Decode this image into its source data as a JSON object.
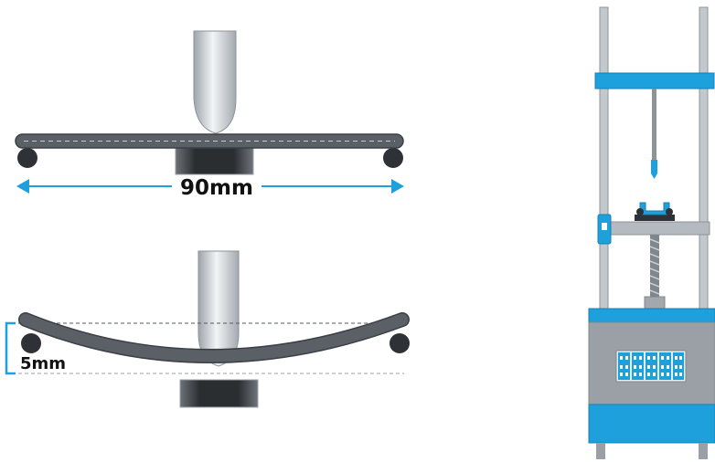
{
  "labels": {
    "span": "90mm",
    "deflection": "5mm"
  },
  "colors": {
    "accent": "#1ea0dc",
    "bar": "#5a6066",
    "bar_edge": "#3b4046",
    "roller": "#2e3236",
    "support": "#3a3a3a",
    "plunger_light": "#e9ecef",
    "plunger_dark": "#a8aeb4",
    "frame_gray": "#b9bec3",
    "cabinet_gray": "#9aa0a6"
  },
  "icons": {
    "plunger": "cylindrical-loading-nose",
    "rollers": "round-support-rollers",
    "machine": "universal-testing-machine"
  }
}
